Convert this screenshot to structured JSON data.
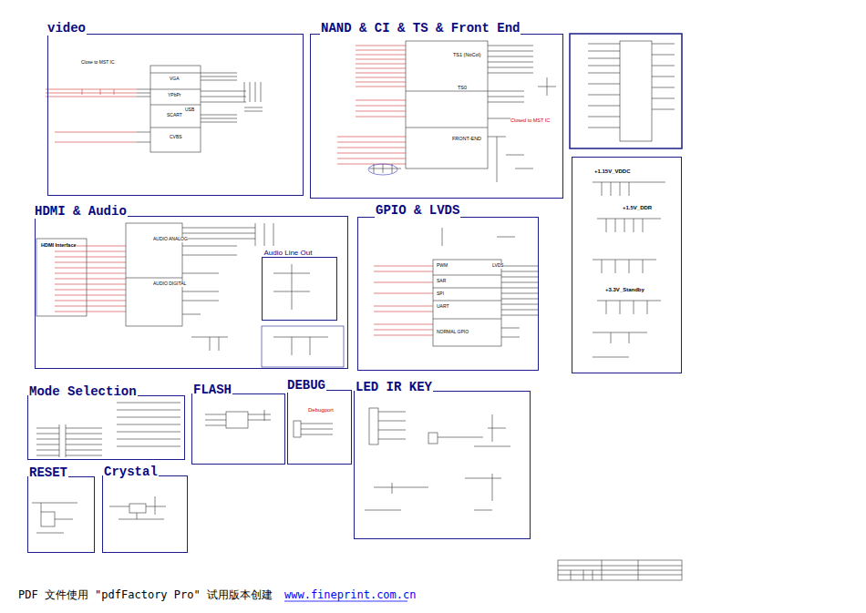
{
  "diagram": {
    "nodes": [
      {
        "text": [
          "video"
        ]
      },
      {
        "text": [
          "NAND & CI & TS & Front End"
        ]
      },
      {
        "text": [
          "+1.15V_VDDC",
          "+1.5V_DDR",
          "+3.3V_Standby"
        ]
      },
      {
        "text": [
          "HDMI & Audio"
        ]
      },
      {
        "text": [
          "Audio Line Out"
        ],
        "in": 3
      },
      {
        "text": [
          "GPIO & LVDS"
        ]
      },
      {
        "text": [
          "Mode Selection"
        ]
      },
      {
        "text": [
          "FLASH"
        ]
      },
      {
        "text": [
          "DEBUG"
        ]
      },
      {
        "text": [
          "LED IR KEY"
        ]
      },
      {
        "text": [
          "RESET"
        ]
      },
      {
        "text": [
          "Crystal"
        ]
      }
    ],
    "labels": [
      "VGA",
      "YPbPr",
      "SCART",
      "USB",
      "CVBS",
      "Close to MST IC",
      "TS1 (NoCol)",
      "TS0",
      "FRONT-END",
      "Closed to MST IC",
      "HDMI Interface",
      "AUDIO ANALOG",
      "AUDIO DIGITAL",
      "PWM",
      "SAR",
      "SPI",
      "UART",
      "NORMAL GPIO",
      "LVDS",
      "Debugport",
      "PDF 文件使用 \"pdfFactory Pro\" 试用版本创建",
      "www.fineprint.com.cn"
    ]
  }
}
